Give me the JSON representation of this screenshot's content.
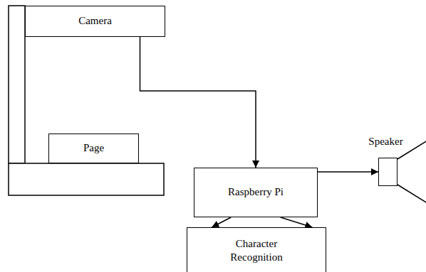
{
  "diagram": {
    "nodes": [
      {
        "text": [
          "Camera"
        ]
      },
      {
        "text": [
          "Page"
        ]
      },
      {
        "text": [
          "Raspberry Pi"
        ]
      },
      {
        "text": [
          "Speaker"
        ]
      },
      {
        "text": [
          "Character Recognition"
        ]
      }
    ],
    "edges": [
      {
        "from": 0,
        "to": 2,
        "arrow": "to"
      },
      {
        "from": 2,
        "to": 3,
        "arrow": "to"
      },
      {
        "from": 2,
        "to": 4,
        "arrow": "to"
      },
      {
        "from": 2,
        "to": 4,
        "arrow": "to"
      }
    ]
  }
}
